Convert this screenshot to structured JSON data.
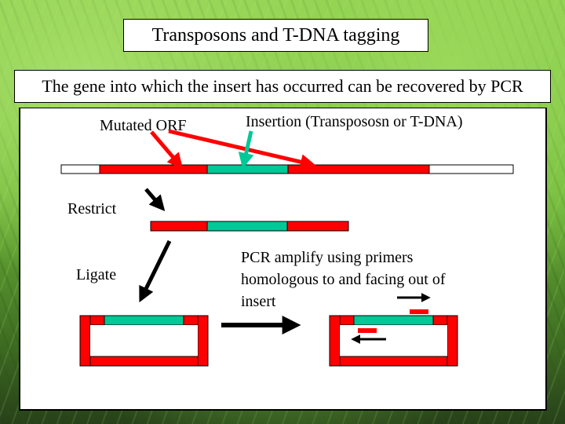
{
  "slide": {
    "title": "Transposons and T-DNA tagging",
    "subtitle": "The gene into which the insert has occurred can be recovered by PCR"
  },
  "diagram": {
    "labels": {
      "mutated_orf": "Mutated ORF",
      "insertion": "Insertion (Transpososn or T-DNA)",
      "restrict": "Restrict",
      "ligate": "Ligate",
      "pcr_line1": "PCR amplify using primers",
      "pcr_line2": "homologous to and facing out of",
      "pcr_line3": "insert"
    },
    "colors": {
      "orf_red": "#ff0000",
      "insert_teal": "#00c896",
      "flank_white": "#ffffff",
      "arrow_black": "#000000"
    },
    "icons": {
      "orf_arrows": "red-arrow-icon",
      "insert_arrow": "teal-arrow-icon",
      "step_arrows": "black-arrow-icon",
      "primers": "primer-bar-icon"
    }
  }
}
